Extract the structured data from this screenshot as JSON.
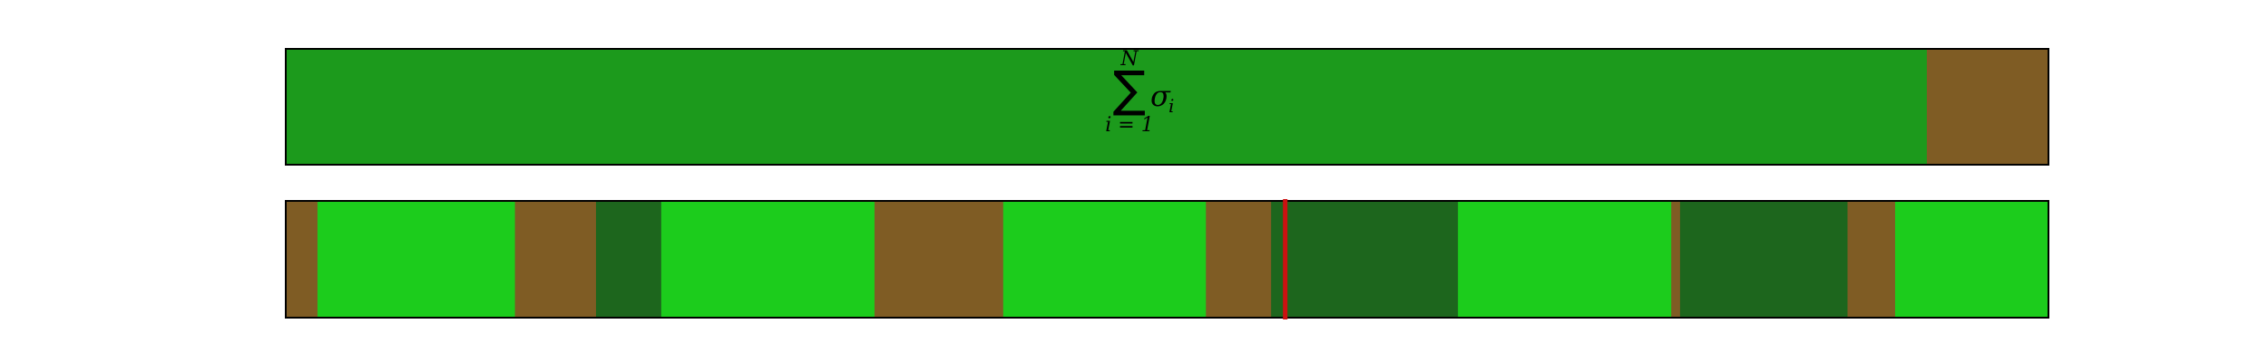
{
  "colors": {
    "bright_green": "#1ccc1c",
    "mid_green": "#1c9a1c",
    "dark_green": "#1d661d",
    "brown": "#7f5c24",
    "marker_red": "#cc1111",
    "border": "#000000"
  },
  "top_bar": {
    "segments": [
      {
        "state": "mid_green",
        "from": 0.0,
        "to": 0.931
      },
      {
        "state": "brown",
        "from": 0.931,
        "to": 1.0
      }
    ],
    "label": {
      "upper_limit": "N",
      "operator": "∑",
      "index": "i = 1",
      "term": "σ",
      "term_subscript": "i"
    }
  },
  "bottom_bar": {
    "segments": [
      {
        "state": "brown",
        "from": 0.0,
        "to": 0.018
      },
      {
        "state": "bright_green",
        "from": 0.018,
        "to": 0.13
      },
      {
        "state": "brown",
        "from": 0.13,
        "to": 0.176
      },
      {
        "state": "dark_green",
        "from": 0.176,
        "to": 0.213
      },
      {
        "state": "bright_green",
        "from": 0.213,
        "to": 0.334
      },
      {
        "state": "brown",
        "from": 0.334,
        "to": 0.407
      },
      {
        "state": "bright_green",
        "from": 0.407,
        "to": 0.522
      },
      {
        "state": "brown",
        "from": 0.522,
        "to": 0.559
      },
      {
        "state": "dark_green",
        "from": 0.559,
        "to": 0.665
      },
      {
        "state": "bright_green",
        "from": 0.665,
        "to": 0.786
      },
      {
        "state": "brown",
        "from": 0.786,
        "to": 0.791
      },
      {
        "state": "dark_green",
        "from": 0.791,
        "to": 0.886
      },
      {
        "state": "brown",
        "from": 0.886,
        "to": 0.913
      },
      {
        "state": "bright_green",
        "from": 0.913,
        "to": 1.0
      }
    ],
    "marker_position": 0.567
  }
}
